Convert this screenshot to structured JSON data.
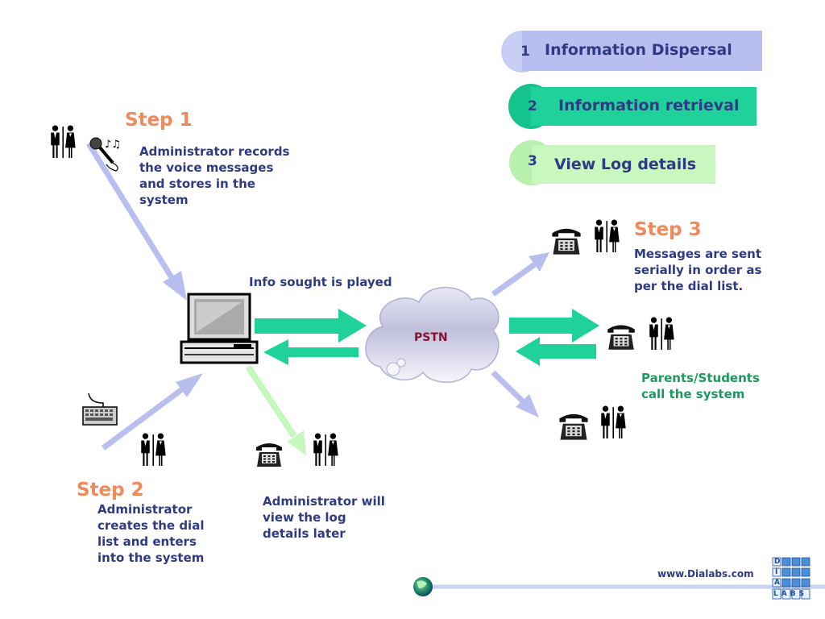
{
  "menu": [
    {
      "num": "1",
      "label": "Information Dispersal",
      "color": "#b8bff0",
      "circle": "#c8cdf4"
    },
    {
      "num": "2",
      "label": "Information retrieval",
      "color": "#1fd29a",
      "circle": "#14c48c"
    },
    {
      "num": "3",
      "label": "View Log details",
      "color": "#c8f7c0",
      "circle": "#b8f0ae"
    }
  ],
  "step1": {
    "title": "Step 1",
    "desc": [
      "Administrator records",
      "the voice messages",
      "and stores in the",
      "system"
    ]
  },
  "step2": {
    "title": "Step 2",
    "desc": [
      "Administrator",
      "creates the dial",
      "list and enters",
      "into the system"
    ]
  },
  "step3": {
    "title": "Step 3",
    "desc": [
      "Messages are sent",
      "serially in order as",
      "per the dial list."
    ]
  },
  "info_played": "Info sought is played",
  "pstn": "PSTN",
  "parents": [
    "Parents/Students",
    "call the system"
  ],
  "log_text": [
    "Administrator will",
    "view the log",
    "details later"
  ],
  "footer": {
    "website": "www.Dialabs.com",
    "logo_letters": [
      "D",
      "I",
      "A",
      "LABS"
    ]
  },
  "icons": {
    "people": "people-icon",
    "mic": "microphone-icon",
    "computer": "computer-icon",
    "keyboard": "keyboard-icon",
    "phone": "telephone-icon",
    "cloud": "cloud-icon",
    "globe": "globe-icon",
    "logo": "dialabs-logo-icon"
  }
}
